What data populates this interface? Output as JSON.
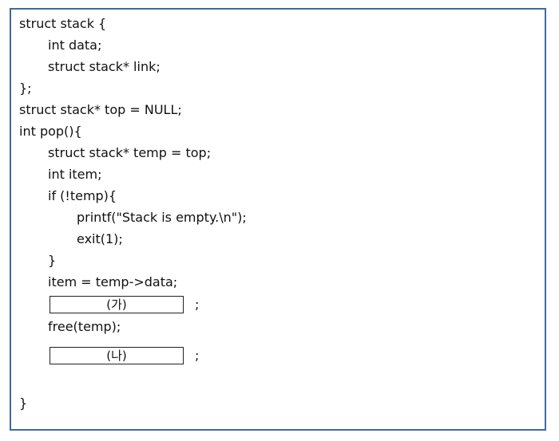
{
  "code": {
    "lines": [
      "struct stack {",
      "int data;",
      "struct stack* link;",
      "};",
      "struct stack* top = NULL;",
      "int pop(){",
      "struct stack* temp = top;",
      "int item;",
      "if (!temp){",
      "printf(\"Stack is empty.\\n\");",
      "exit(1);",
      "}",
      "item = temp->data;",
      "free(temp);",
      "}"
    ],
    "blank_a": "(가)",
    "blank_b": "(나)",
    "semicolon": ";"
  }
}
